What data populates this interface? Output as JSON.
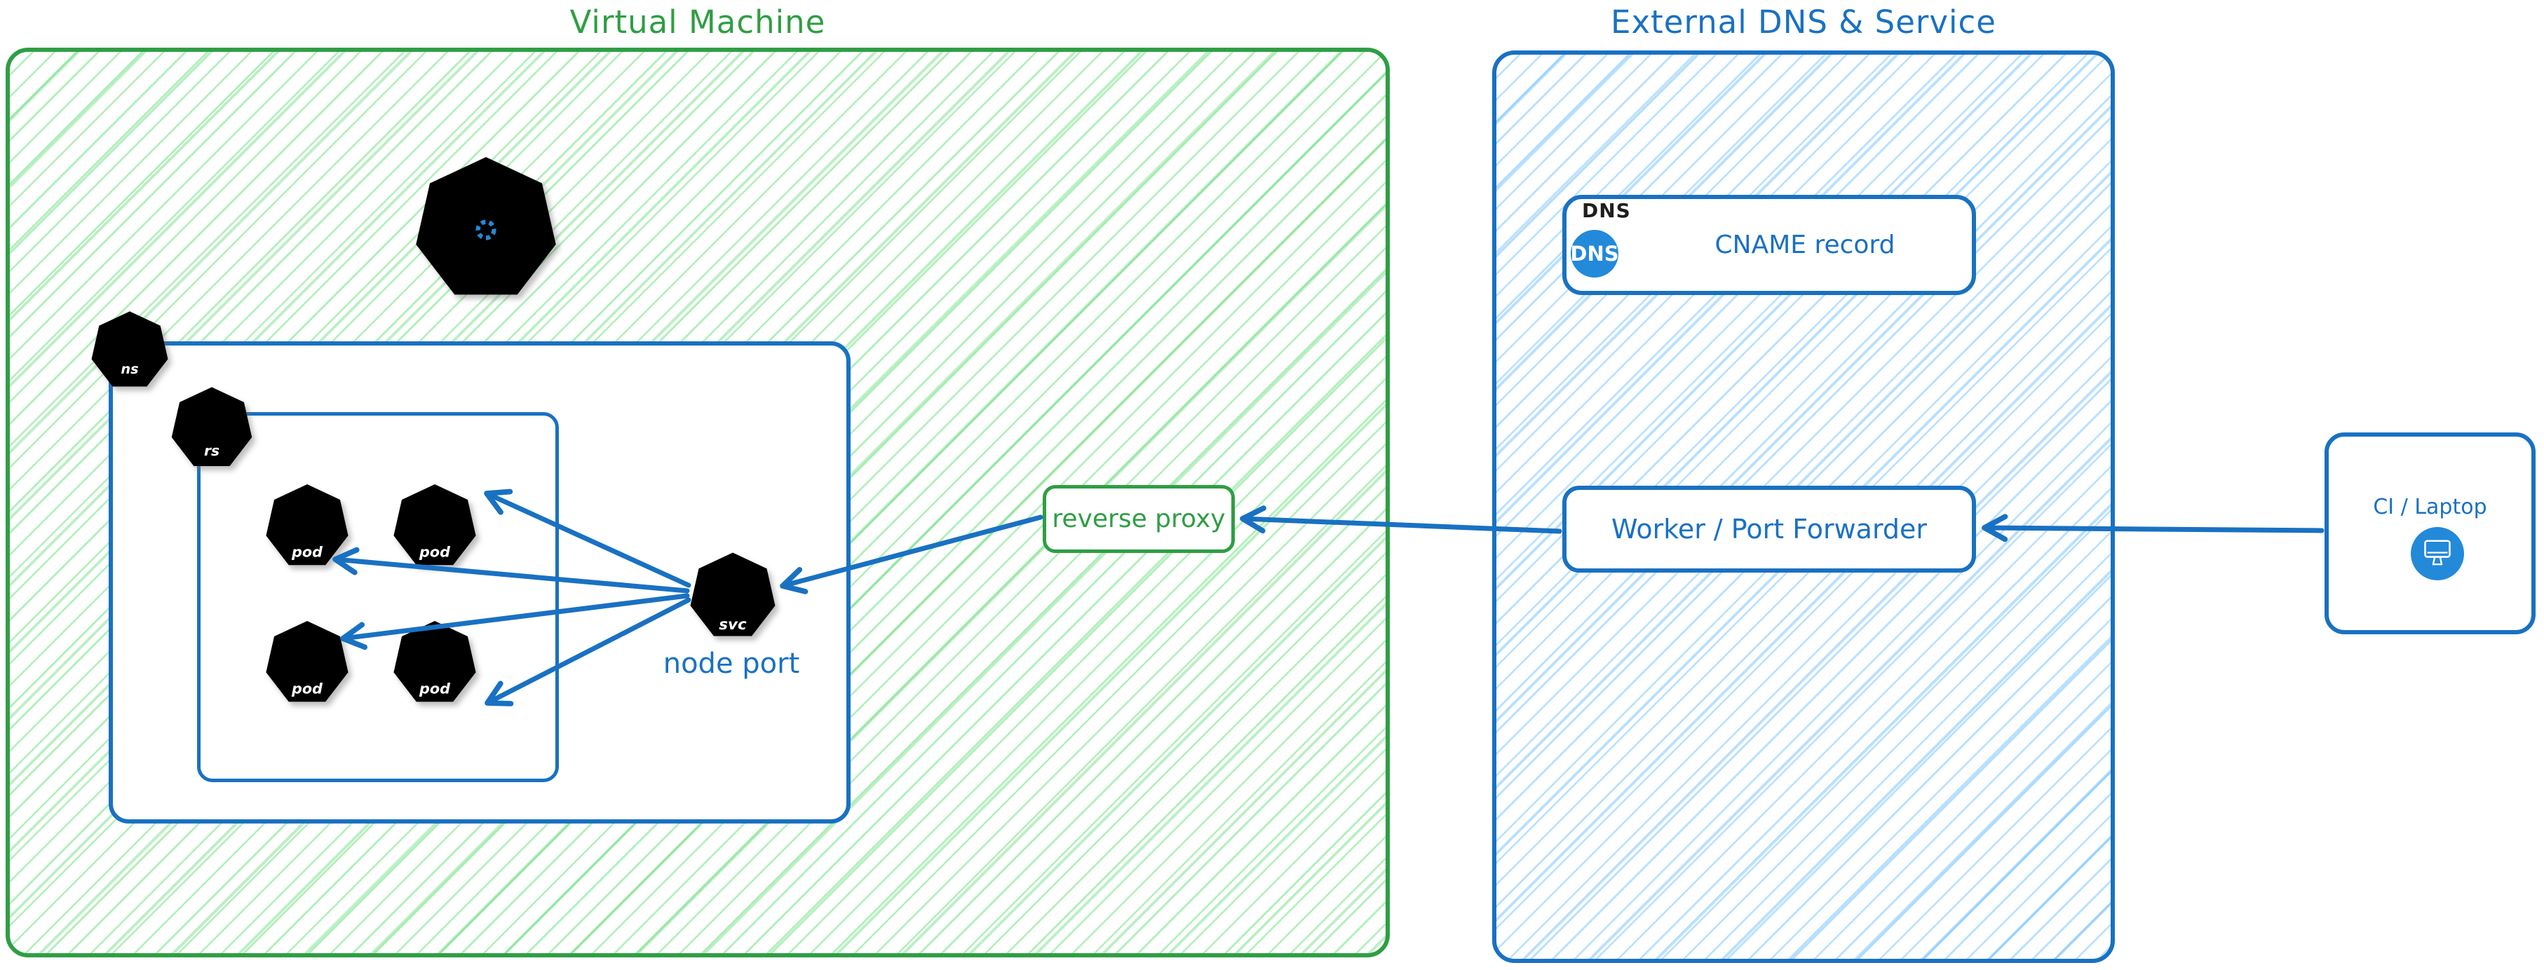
{
  "vm": {
    "title": "Virtual Machine"
  },
  "cluster": {
    "namespace_badge": "ns",
    "replicaset_badge": "rs",
    "pod_badge": "pod",
    "service_badge": "svc",
    "node_port_label": "node port"
  },
  "reverse_proxy": {
    "label": "reverse proxy"
  },
  "external": {
    "title": "External DNS & Service",
    "dns_tag": "DNS",
    "dns_icon_text": "DNS",
    "cname_label": "CNAME record",
    "worker_label": "Worker / Port Forwarder"
  },
  "ci": {
    "label": "CI / Laptop"
  },
  "colors": {
    "green_stroke": "#2f9e44",
    "green_hatch": "#8ce99a",
    "blue_stroke": "#1971c2",
    "blue_hatch": "#a5d8ff",
    "icon_blue": "#2389d9",
    "label_black": "#1e1e1e"
  },
  "connections": [
    {
      "from": "ci-laptop",
      "to": "worker-port-forwarder"
    },
    {
      "from": "worker-port-forwarder",
      "to": "reverse-proxy"
    },
    {
      "from": "reverse-proxy",
      "to": "node-port-service"
    },
    {
      "from": "node-port-service",
      "to": "pod-1"
    },
    {
      "from": "node-port-service",
      "to": "pod-2"
    },
    {
      "from": "node-port-service",
      "to": "pod-3"
    },
    {
      "from": "node-port-service",
      "to": "pod-4"
    }
  ]
}
